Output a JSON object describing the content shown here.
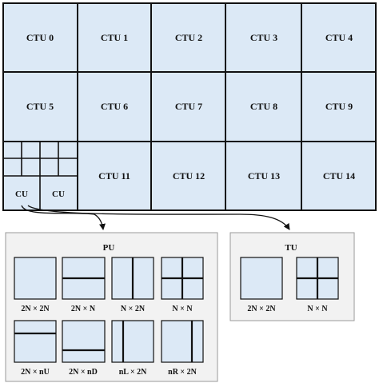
{
  "ctu_grid": {
    "cells": [
      "CTU 0",
      "CTU 1",
      "CTU 2",
      "CTU 3",
      "CTU 4",
      "CTU 5",
      "CTU 6",
      "CTU 7",
      "CTU 8",
      "CTU 9",
      "",
      "CTU 11",
      "CTU 12",
      "CTU 13",
      "CTU 14"
    ],
    "cu_labels": [
      "CU",
      "CU"
    ]
  },
  "pu_panel": {
    "title": "PU",
    "modes": [
      "2N × 2N",
      "2N × N",
      "N × 2N",
      "N × N",
      "2N × nU",
      "2N × nD",
      "nL × 2N",
      "nR × 2N"
    ]
  },
  "tu_panel": {
    "title": "TU",
    "modes": [
      "2N × 2N",
      "N × N"
    ]
  },
  "colors": {
    "cell_fill": "#dce9f6",
    "line": "#111111",
    "panel_fill": "#f2f2f2",
    "panel_border": "#9a9a9a"
  }
}
